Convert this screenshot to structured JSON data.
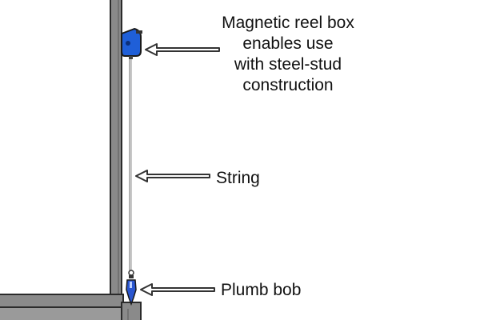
{
  "labels": {
    "reel_box": {
      "line1": "Magnetic reel box",
      "line2": "enables use",
      "line3": "with steel-stud",
      "line4": "construction"
    },
    "string": "String",
    "plumb_bob": "Plumb bob"
  },
  "colors": {
    "reel_box": "#1f5fd8",
    "plumb_bob": "#2a56d0",
    "frame_fill": "#8a8a8a",
    "frame_stroke": "#2b2b2b",
    "arrow_fill": "#ffffff",
    "arrow_stroke": "#333333"
  }
}
